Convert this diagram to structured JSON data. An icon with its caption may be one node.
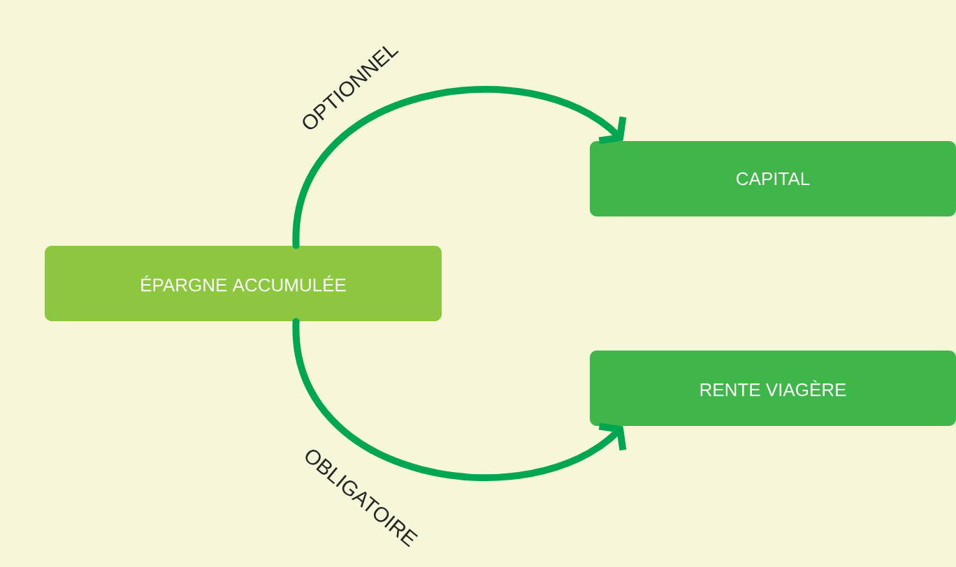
{
  "diagram": {
    "nodes": [
      {
        "text": [
          "ÉPARGNE ACCUMULÉE"
        ]
      },
      {
        "text": [
          "CAPITAL"
        ]
      },
      {
        "text": [
          "RENTE VIAGÈRE"
        ]
      }
    ],
    "edges": [
      {
        "from": 0,
        "to": 1,
        "arrow": "to",
        "label": "OPTIONNEL"
      },
      {
        "from": 0,
        "to": 2,
        "arrow": "to",
        "label": "OBLIGATOIRE"
      }
    ]
  }
}
